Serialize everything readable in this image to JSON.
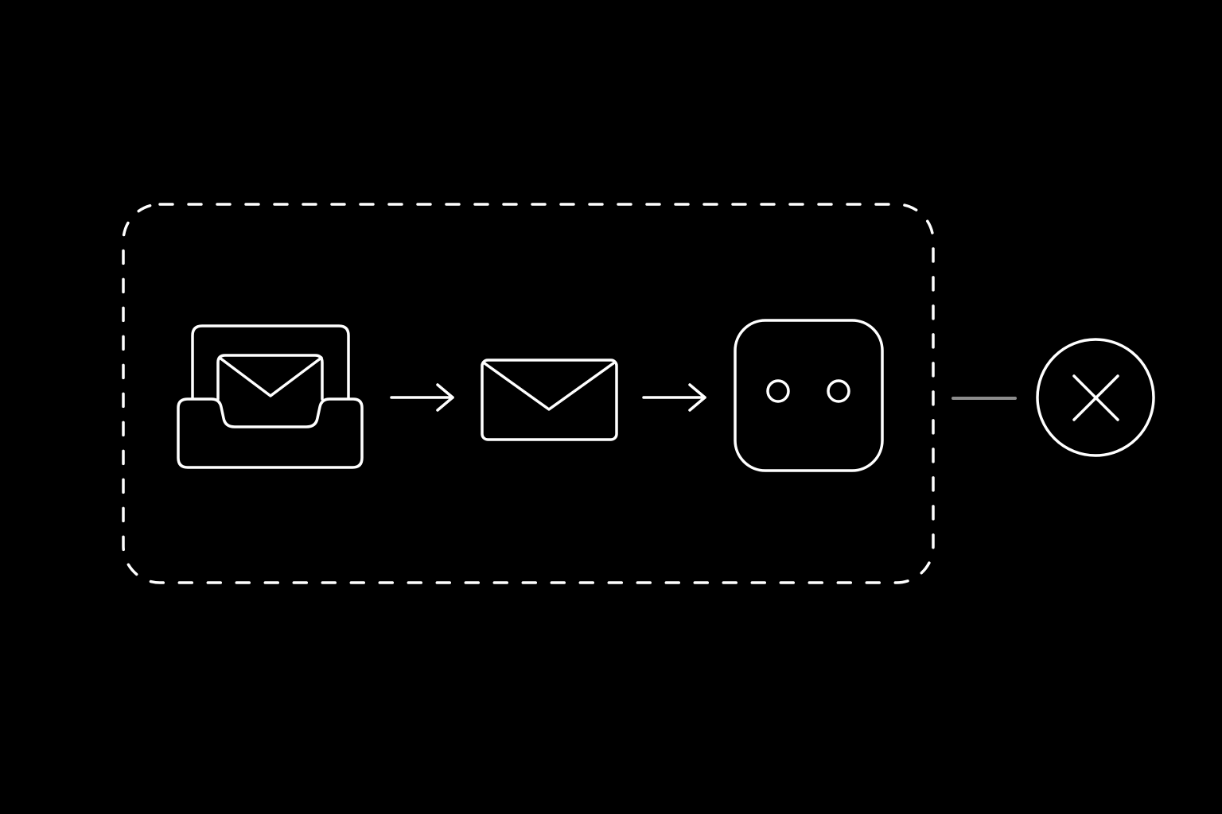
{
  "diagram": {
    "background_color": "#000000",
    "stroke_color": "#ffffff",
    "connector_color": "#8c8c8c",
    "group": {
      "style": "dashed-rounded-rectangle",
      "contains": [
        "inbox-tray-icon",
        "arrow-right-icon",
        "envelope-icon",
        "arrow-right-icon",
        "robot-face-icon"
      ]
    },
    "nodes": [
      {
        "id": "inbox",
        "icon": "inbox-tray-icon"
      },
      {
        "id": "mail",
        "icon": "envelope-icon"
      },
      {
        "id": "bot",
        "icon": "robot-face-icon"
      },
      {
        "id": "blocked",
        "icon": "close-circle-icon"
      }
    ],
    "edges": [
      {
        "from": "inbox",
        "to": "mail",
        "style": "arrow"
      },
      {
        "from": "mail",
        "to": "bot",
        "style": "arrow"
      },
      {
        "from": "group",
        "to": "blocked",
        "style": "line"
      }
    ]
  }
}
